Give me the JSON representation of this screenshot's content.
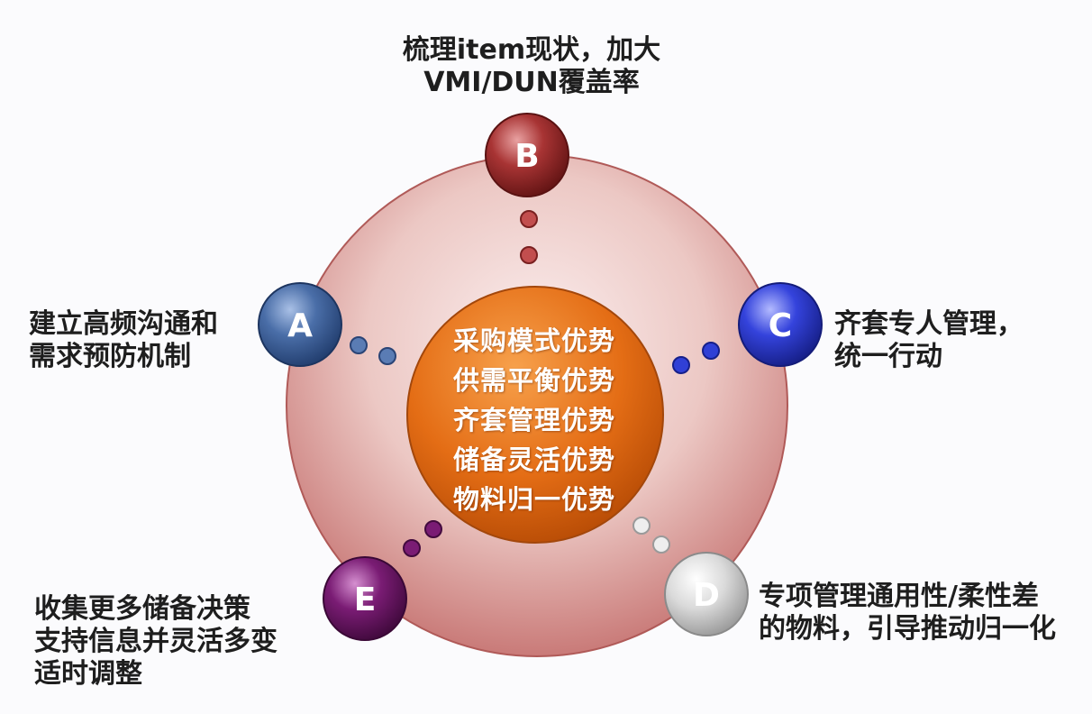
{
  "center": {
    "lines": [
      "采购模式优势",
      "供需平衡优势",
      "齐套管理优势",
      "储备灵活优势",
      "物料归一优势"
    ]
  },
  "nodes": {
    "a": {
      "letter": "A",
      "lines": [
        "建立高频沟通和",
        "需求预防机制"
      ],
      "color": "#3f5f97"
    },
    "b": {
      "letter": "B",
      "lines": [
        "梳理item现状，加大",
        "VMI/DUN覆盖率"
      ],
      "color": "#9b2a2a"
    },
    "c": {
      "letter": "C",
      "lines": [
        "齐套专人管理，",
        "统一行动"
      ],
      "color": "#2a36c8"
    },
    "d": {
      "letter": "D",
      "lines": [
        "专项管理通用性/柔性差",
        "的物料，引导推动归一化"
      ],
      "color": "#c9c9c9"
    },
    "e": {
      "letter": "E",
      "lines": [
        "收集更多储备决策",
        "支持信息并灵活多变",
        "适时调整"
      ],
      "color": "#6a1566"
    }
  },
  "colors": {
    "outer_ring": "#d99a9a",
    "center_fill": "#e8701c"
  }
}
